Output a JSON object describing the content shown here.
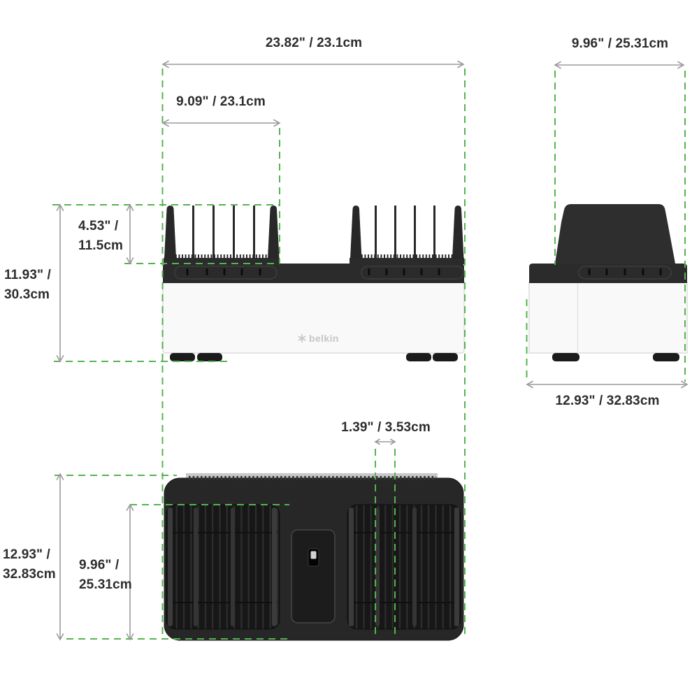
{
  "colors": {
    "dimension_green": "#55b44e",
    "dimension_gray": "#9b9b9b",
    "label_text": "#2d2d2d",
    "product_dark": "#2b2b2b",
    "product_light": "#f9f9f9",
    "logo_gray": "#c6c6c6"
  },
  "dimensions": {
    "front_width": "23.82\" / 23.1cm",
    "compartment_width": "9.09\" / 23.1cm",
    "side_width": "9.96\" / 25.31cm",
    "divider_height": "4.53\" /\n11.5cm",
    "front_height": "11.93\" /\n30.3cm",
    "side_depth": "12.93\" / 32.83cm",
    "slot_pitch": "1.39\" / 3.53cm",
    "bottom_depth": "12.93\" /\n32.83cm",
    "bottom_width": "9.96\" /\n25.31cm"
  },
  "logo": {
    "text": "belkin"
  }
}
